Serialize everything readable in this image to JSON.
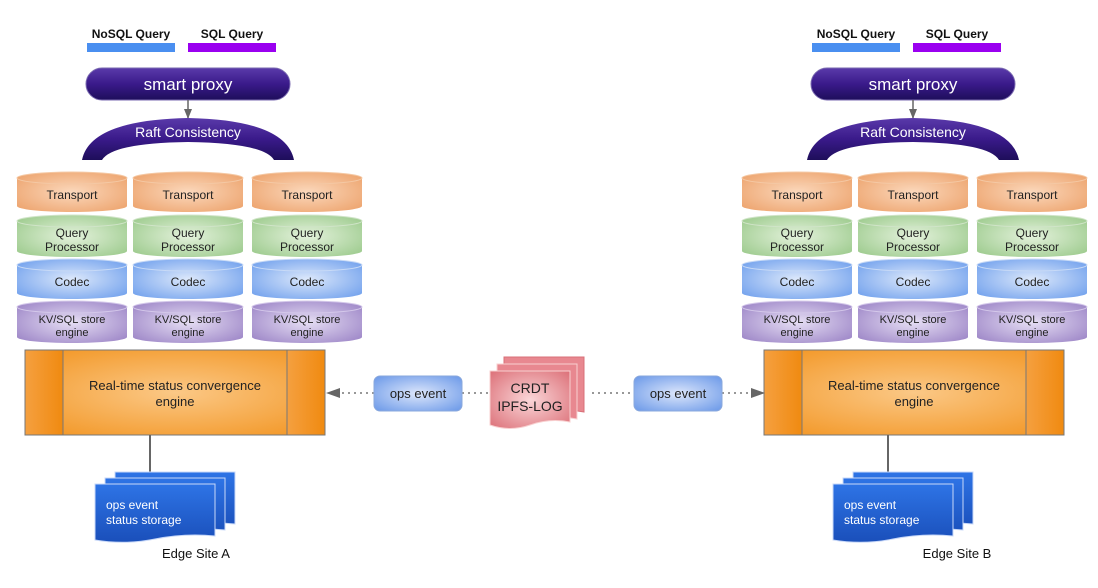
{
  "legend": {
    "nosql_label": "NoSQL Query",
    "sql_label": "SQL Query",
    "nosql_color": "#4a8ff0",
    "sql_color": "#9a00f0"
  },
  "sites": [
    {
      "name": "Edge Site A",
      "proxy_label": "smart proxy",
      "raft_label": "Raft Consistency",
      "nodes": [
        {
          "transport": "Transport",
          "query_line1": "Query",
          "query_line2": "Processor",
          "codec": "Codec",
          "store_line1": "KV/SQL store",
          "store_line2": "engine"
        },
        {
          "transport": "Transport",
          "query_line1": "Query",
          "query_line2": "Processor",
          "codec": "Codec",
          "store_line1": "KV/SQL store",
          "store_line2": "engine"
        },
        {
          "transport": "Transport",
          "query_line1": "Query",
          "query_line2": "Processor",
          "codec": "Codec",
          "store_line1": "KV/SQL store",
          "store_line2": "engine"
        }
      ],
      "engine_line1": "Real-time status convergence",
      "engine_line2": "engine",
      "storage_line1": "ops event",
      "storage_line2": "status storage",
      "event_label": "ops event"
    },
    {
      "name": "Edge Site B",
      "proxy_label": "smart proxy",
      "raft_label": "Raft Consistency",
      "nodes": [
        {
          "transport": "Transport",
          "query_line1": "Query",
          "query_line2": "Processor",
          "codec": "Codec",
          "store_line1": "KV/SQL store",
          "store_line2": "engine"
        },
        {
          "transport": "Transport",
          "query_line1": "Query",
          "query_line2": "Processor",
          "codec": "Codec",
          "store_line1": "KV/SQL store",
          "store_line2": "engine"
        },
        {
          "transport": "Transport",
          "query_line1": "Query",
          "query_line2": "Processor",
          "codec": "Codec",
          "store_line1": "KV/SQL store",
          "store_line2": "engine"
        }
      ],
      "engine_line1": "Real-time status convergence",
      "engine_line2": "engine",
      "storage_line1": "ops event",
      "storage_line2": "status storage",
      "event_label": "ops event"
    }
  ],
  "crdt": {
    "line1": "CRDT",
    "line2": "IPFS-LOG"
  },
  "colors": {
    "proxy": "#3a1a8a",
    "transport": "#f0a870",
    "query": "#9ccc8c",
    "codec": "#6ea0ee",
    "store": "#9c84c8",
    "engine": "#f5921e",
    "event": "#6e9ce8",
    "crdt": "#e07880",
    "storage": "#1f5fd0"
  }
}
